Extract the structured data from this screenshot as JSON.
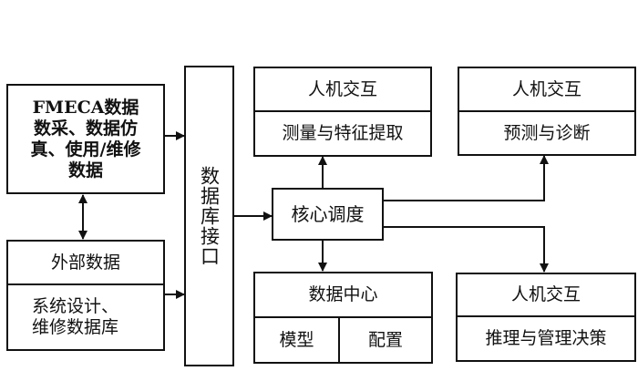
{
  "diagram": {
    "source_box": {
      "lines": [
        "FMECA数据",
        "数采、数据仿",
        "真、使用/维修",
        "数据"
      ]
    },
    "external_box": {
      "title": "外部数据",
      "body_lines": [
        "系统设计、",
        "维修数据库"
      ]
    },
    "db_interface": {
      "label": "数据库接口"
    },
    "core": {
      "label": "核心调度"
    },
    "measure_box": {
      "title": "人机交互",
      "body": "测量与特征提取"
    },
    "predict_box": {
      "title": "人机交互",
      "body": "预测与诊断"
    },
    "data_center": {
      "title": "数据中心",
      "left": "模型",
      "right": "配置"
    },
    "decision_box": {
      "title": "人机交互",
      "body": "推理与管理决策"
    },
    "connections": [
      {
        "from": "FMECA数据",
        "to": "外部数据",
        "type": "bidirectional"
      },
      {
        "from": "FMECA数据",
        "to": "数据库接口",
        "type": "arrow"
      },
      {
        "from": "外部数据",
        "to": "数据库接口",
        "type": "arrow"
      },
      {
        "from": "数据库接口",
        "to": "核心调度",
        "type": "arrow"
      },
      {
        "from": "核心调度",
        "to": "测量与特征提取",
        "type": "arrow"
      },
      {
        "from": "核心调度",
        "to": "预测与诊断",
        "type": "arrow"
      },
      {
        "from": "核心调度",
        "to": "数据中心",
        "type": "arrow"
      },
      {
        "from": "核心调度",
        "to": "推理与管理决策",
        "type": "arrow"
      }
    ]
  }
}
